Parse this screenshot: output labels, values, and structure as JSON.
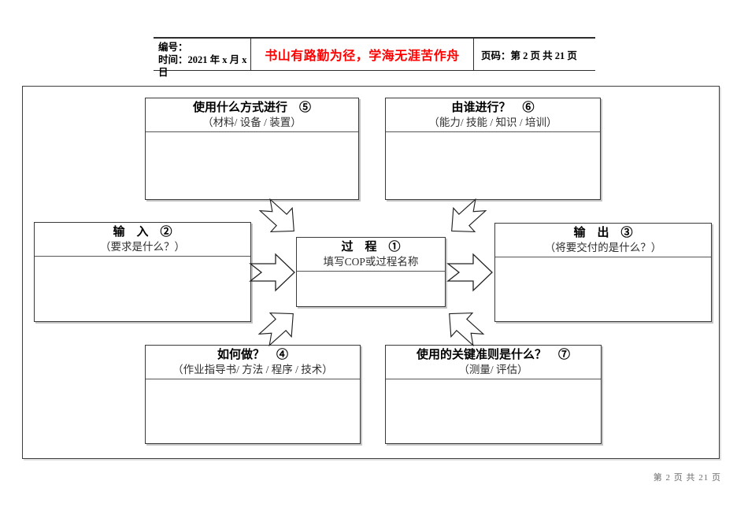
{
  "header": {
    "number_label": "编号：",
    "date_label": "时间：2021 年 x 月 x 日",
    "motto": "书山有路勤为径，学海无涯苦作舟",
    "motto_color": "#ff0000",
    "page_label": "页码：第 2 页 共 21 页"
  },
  "diagram": {
    "nodes": {
      "methods": {
        "title": "使用什么方式进行　⑤",
        "subtitle": "（材料/ 设备 / 装置）"
      },
      "who": {
        "title": "由谁进行？　⑥",
        "subtitle": "（能力/ 技能 / 知识 / 培训）"
      },
      "input": {
        "title": "输　入　②",
        "subtitle": "（要求是什么？）"
      },
      "process": {
        "title": "过　程　①",
        "subtitle": "填写COP或过程名称"
      },
      "output": {
        "title": "输　出　③",
        "subtitle": "（将要交付的是什么？）"
      },
      "how": {
        "title": "如何做？　④",
        "subtitle": "（作业指导书/ 方法 / 程序 / 技术）"
      },
      "criteria": {
        "title": "使用的关键准则是什么？　⑦",
        "subtitle": "（测量/ 评估）"
      }
    }
  },
  "footer": {
    "page_text": "第 2 页 共 21 页"
  }
}
